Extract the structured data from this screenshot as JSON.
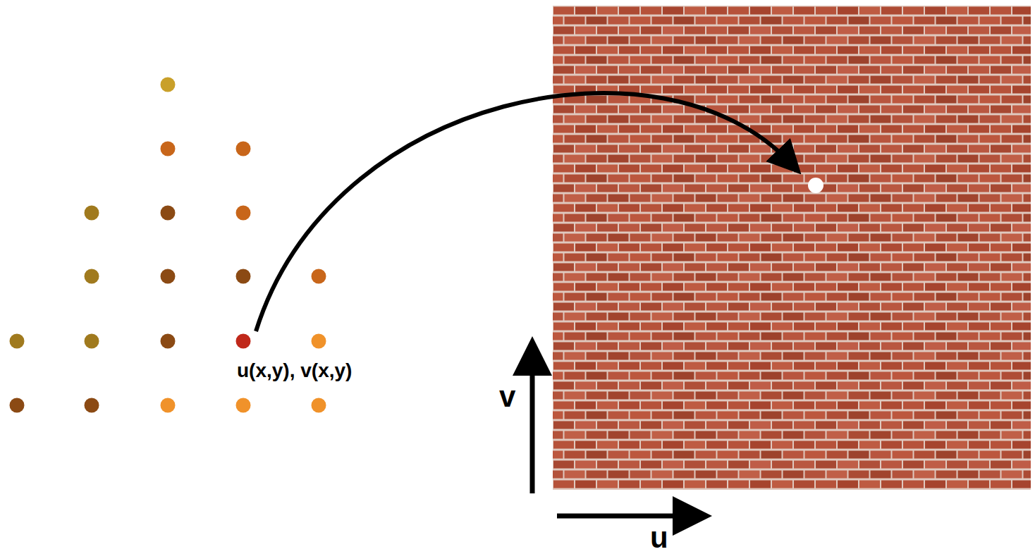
{
  "diagram": {
    "labels": [
      "u(x,y), v(x,y)",
      "v",
      "u"
    ]
  }
}
